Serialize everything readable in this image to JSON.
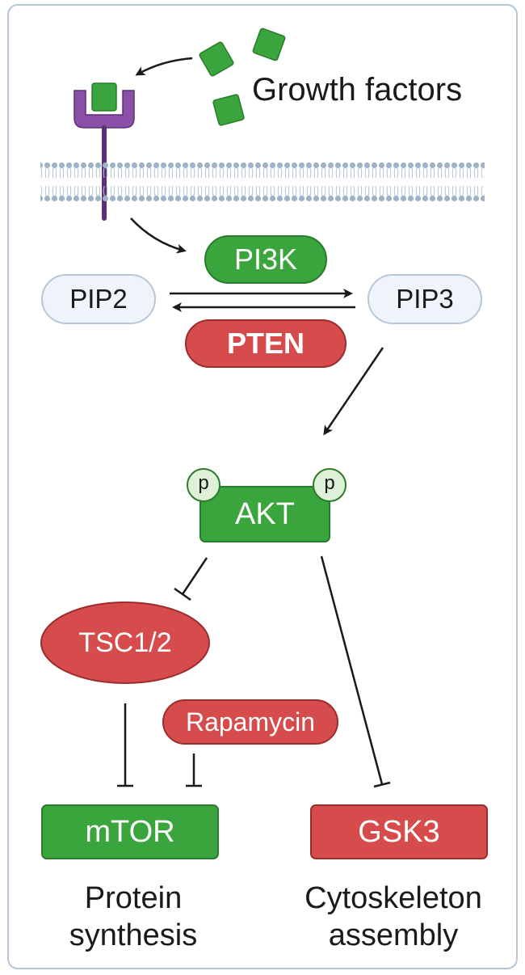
{
  "labels": {
    "growth_factors": "Growth factors",
    "pi3k": "PI3K",
    "pip2": "PIP2",
    "pip3": "PIP3",
    "pten": "PTEN",
    "akt": "AKT",
    "p": "p",
    "tsc": "TSC1/2",
    "rapamycin": "Rapamycin",
    "mtor": "mTOR",
    "gsk3": "GSK3",
    "protein": "Protein",
    "synthesis": "synthesis",
    "cytoskeleton": "Cytoskeleton",
    "assembly": "assembly"
  },
  "colors": {
    "activator_green": "#3aa53c",
    "inhibitor_red": "#d64c4c",
    "receptor_purple": "#8a4fa6",
    "membrane_blue": "#a8b9cc",
    "lipid_fill": "#eef4fa",
    "phospho_fill": "#dff0d8",
    "border": "#b7c6d8"
  }
}
